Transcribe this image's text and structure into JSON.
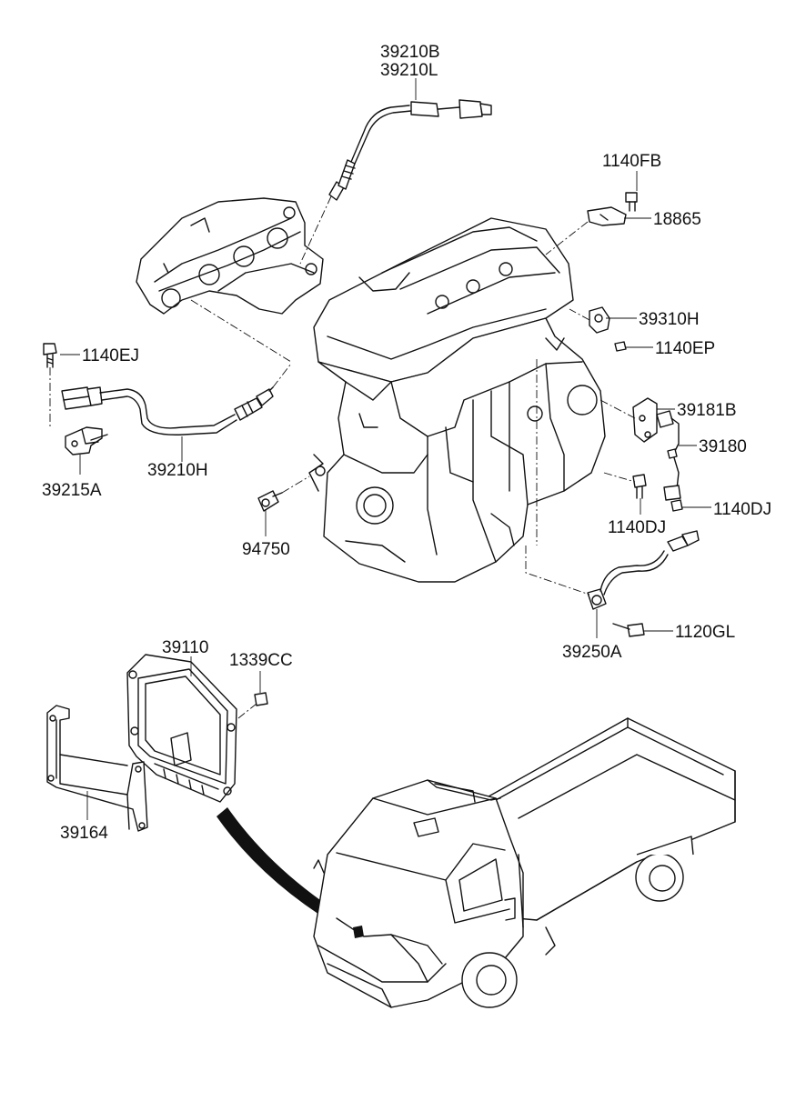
{
  "labels": {
    "p39210B": "39210B",
    "p39210L": "39210L",
    "p1140FB": "1140FB",
    "p18865": "18865",
    "p39310H": "39310H",
    "p1140EP": "1140EP",
    "p1140EJ": "1140EJ",
    "p39181B": "39181B",
    "p39180": "39180",
    "p39215A": "39215A",
    "p39210H": "39210H",
    "p1140DJ_right": "1140DJ",
    "p1140DJ_left": "1140DJ",
    "p94750": "94750",
    "p1120GL": "1120GL",
    "p39250A": "39250A",
    "p39110": "39110",
    "p1339CC": "1339CC",
    "p39164": "39164"
  }
}
